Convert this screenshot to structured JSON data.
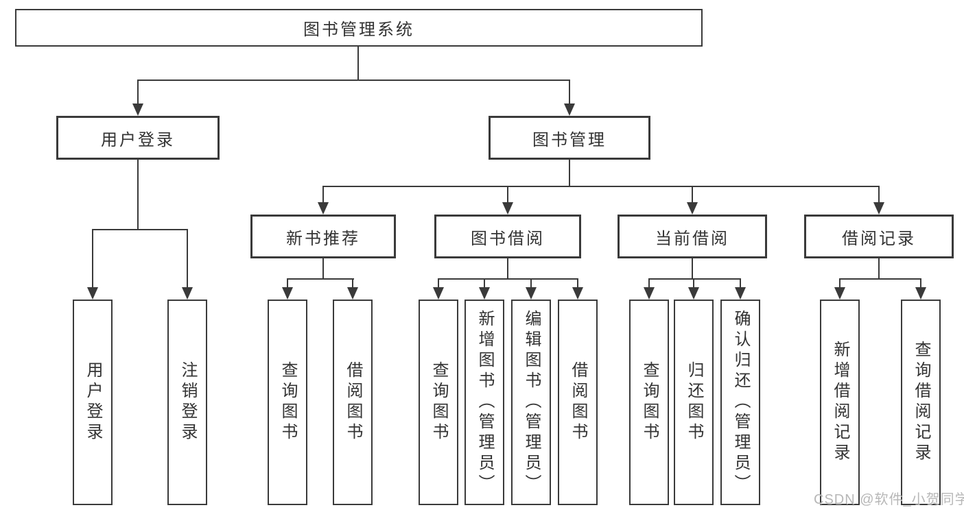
{
  "tree": {
    "label": "图书管理系统",
    "children": [
      {
        "label": "用户登录",
        "children": [
          {
            "label": "用户登录"
          },
          {
            "label": "注销登录"
          }
        ]
      },
      {
        "label": "图书管理",
        "children": [
          {
            "label": "新书推荐",
            "children": [
              {
                "label": "查询图书"
              },
              {
                "label": "借阅图书"
              }
            ]
          },
          {
            "label": "图书借阅",
            "children": [
              {
                "label": "查询图书"
              },
              {
                "label": "新增图书（管理员）"
              },
              {
                "label": "编辑图书（管理员）"
              },
              {
                "label": "借阅图书"
              }
            ]
          },
          {
            "label": "当前借阅",
            "children": [
              {
                "label": "查询图书"
              },
              {
                "label": "归还图书"
              },
              {
                "label": "确认归还（管理员）"
              }
            ]
          },
          {
            "label": "借阅记录",
            "children": [
              {
                "label": "新增借阅记录"
              },
              {
                "label": "查询借阅记录"
              }
            ]
          }
        ]
      }
    ]
  },
  "watermark": {
    "text": "CSDN @软件_小贺同学"
  },
  "colors": {
    "line": "#3a3a3a",
    "text": "#333333",
    "background": "#ffffff",
    "watermark": "#b0b0b0"
  }
}
